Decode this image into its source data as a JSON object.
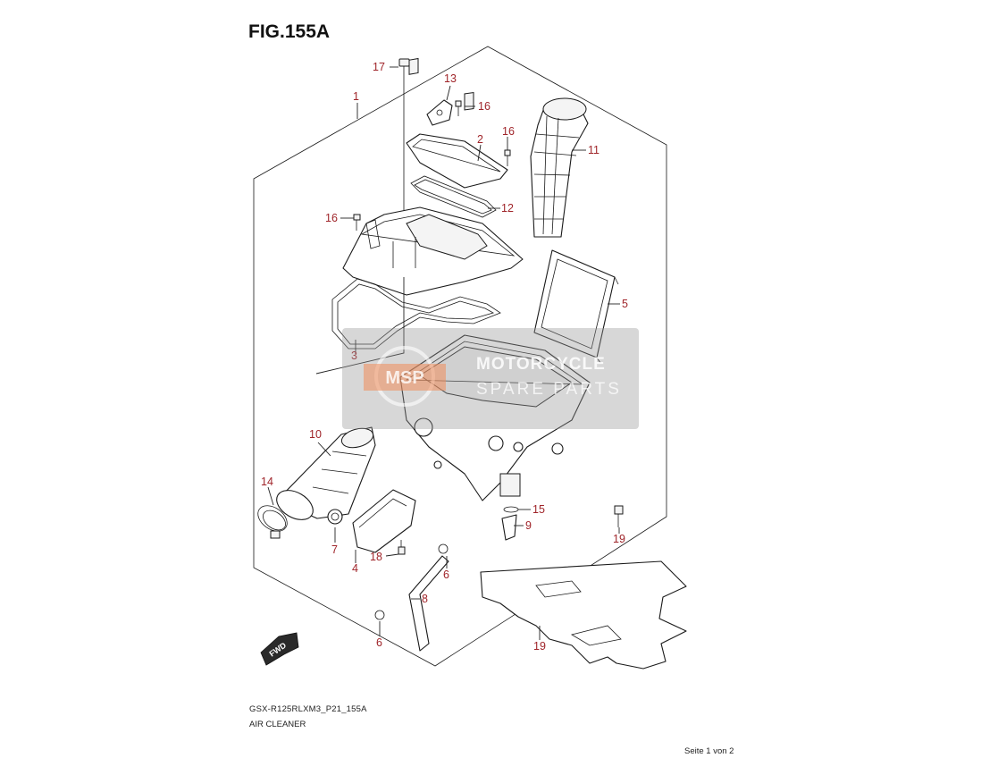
{
  "figure": {
    "title": "FIG.155A",
    "model_code": "GSX-R125RLXM3_P21_155A",
    "caption": "AIR CLEANER",
    "page_footer": "Seite 1 von 2"
  },
  "callouts": [
    {
      "id": "c1",
      "label": "1"
    },
    {
      "id": "c2",
      "label": "2"
    },
    {
      "id": "c3",
      "label": "3"
    },
    {
      "id": "c4",
      "label": "4"
    },
    {
      "id": "c5",
      "label": "5"
    },
    {
      "id": "c6a",
      "label": "6"
    },
    {
      "id": "c6b",
      "label": "6"
    },
    {
      "id": "c7",
      "label": "7"
    },
    {
      "id": "c8",
      "label": "8"
    },
    {
      "id": "c9",
      "label": "9"
    },
    {
      "id": "c10",
      "label": "10"
    },
    {
      "id": "c11",
      "label": "11"
    },
    {
      "id": "c12",
      "label": "12"
    },
    {
      "id": "c13",
      "label": "13"
    },
    {
      "id": "c14",
      "label": "14"
    },
    {
      "id": "c15",
      "label": "15"
    },
    {
      "id": "c16a",
      "label": "16"
    },
    {
      "id": "c16b",
      "label": "16"
    },
    {
      "id": "c16c",
      "label": "16"
    },
    {
      "id": "c17",
      "label": "17"
    },
    {
      "id": "c18",
      "label": "18"
    },
    {
      "id": "c19a",
      "label": "19"
    },
    {
      "id": "c19b",
      "label": "19"
    }
  ],
  "fwd_label": "FWD",
  "watermark": {
    "logo_text": "MSP",
    "line1": "MOTORCYCLE",
    "line2": "SPARE PARTS"
  },
  "colors": {
    "callout": "#a0252a",
    "line": "#1a1a1a",
    "watermark_bg": "#969696"
  }
}
